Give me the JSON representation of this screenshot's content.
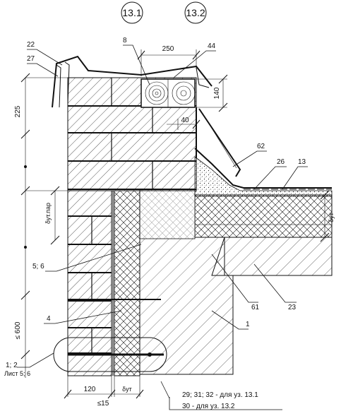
{
  "bubbles": [
    "13.1",
    "13.2"
  ],
  "callouts": {
    "c22": "22",
    "c27": "27",
    "c8": "8",
    "c44": "44",
    "c62": "62",
    "c26": "26",
    "c13": "13",
    "c56": "5; 6",
    "c61": "61",
    "c23": "23",
    "c4": "4",
    "c1": "1",
    "c12": "1; 2",
    "c_sheet": "Лист 5; 6"
  },
  "dimensions": {
    "d250": "250",
    "d140": "140",
    "d40": "40",
    "d225": "225",
    "d600": "≤ 600",
    "d120": "120",
    "d15": "≤15",
    "d_dut_bottom": "δут",
    "d_dut_right": "δут",
    "d_dut_par": "δут.пар"
  },
  "notes": {
    "note1": "29; 31; 32 - для уз. 13.1",
    "note2": "30 - для уз. 13.2"
  },
  "colors": {
    "line": "#111111",
    "background": "#ffffff"
  }
}
